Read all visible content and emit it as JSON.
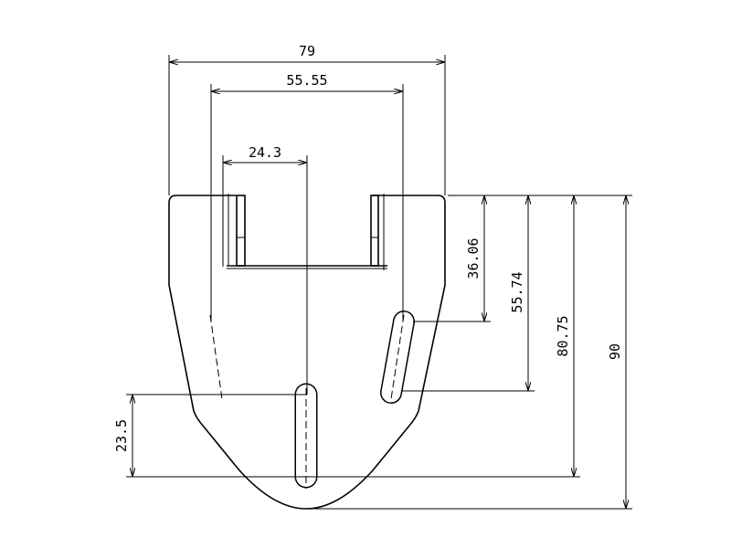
{
  "drawing": {
    "dimensions": {
      "overall_width": "79",
      "slot_spacing": "55.55",
      "half_offset": "24.3",
      "slot_top_depth": "36.06",
      "slot_bottom_depth": "55.74",
      "center_slot_depth": "80.75",
      "overall_height": "90",
      "center_slot_length": "23.5"
    },
    "line_color": "#000000",
    "background": "#ffffff"
  }
}
